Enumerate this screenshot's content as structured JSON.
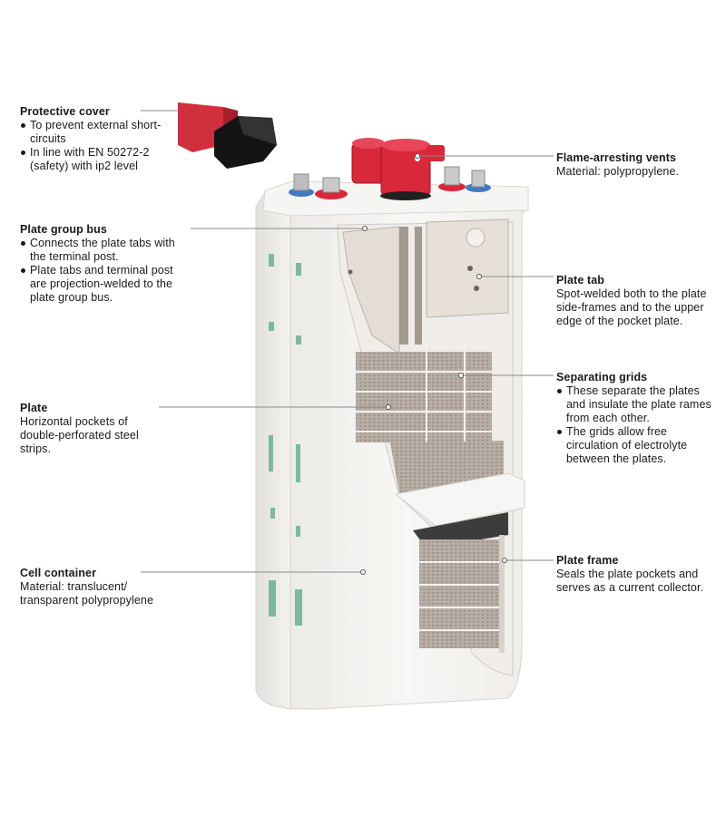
{
  "callouts": {
    "protective_cover": {
      "title": "Protective cover",
      "bullets": [
        "To prevent external short-circuits",
        "In line with EN 50272-2 (safety) with ip2 level"
      ]
    },
    "plate_group_bus": {
      "title": "Plate group bus",
      "bullets": [
        "Connects the  plate tabs with the terminal post.",
        "Plate tabs and  terminal post are projection-welded to the plate group bus."
      ]
    },
    "plate": {
      "title": "Plate",
      "desc": "Horizontal pockets of double-perforated steel strips."
    },
    "cell_container": {
      "title": "Cell container",
      "desc": "Material: translucent/ transparent polypropylene"
    },
    "flame_arresting_vents": {
      "title": "Flame-arresting vents",
      "desc": "Material: polypropylene."
    },
    "plate_tab": {
      "title": "Plate tab",
      "desc": "Spot-welded both to the plate side-frames and to the upper edge of the pocket plate."
    },
    "separating_grids": {
      "title": "Separating grids",
      "bullets": [
        "These separate the plates and insulate the plate rames from each other.",
        "The grids allow free circulation of electrolyte between the plates."
      ]
    },
    "plate_frame": {
      "title": "Plate frame",
      "desc": "Seals the plate pockets and serves as a current collector."
    }
  },
  "colors": {
    "text": "#1a1a1a",
    "leader": "#8a8a8a",
    "container": "#f3f3f1",
    "red_cap": "#d8283a",
    "plate": "#b7aca3",
    "bus": "#e3ddd5"
  }
}
